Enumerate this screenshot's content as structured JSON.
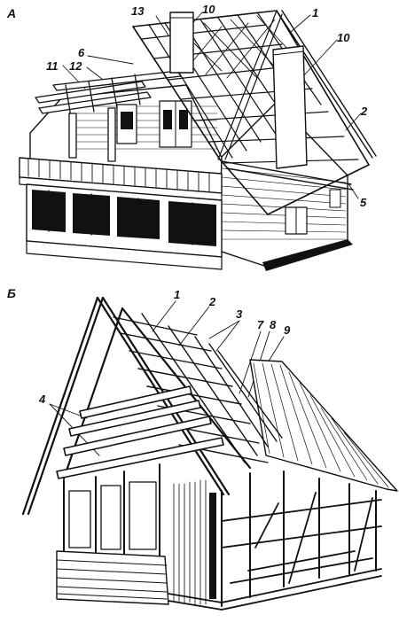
{
  "panels": [
    {
      "letter": "А",
      "callouts": [
        "13",
        "10",
        "1",
        "10",
        "6",
        "11",
        "12",
        "2",
        "5"
      ]
    },
    {
      "letter": "Б",
      "callouts": [
        "1",
        "2",
        "3",
        "7",
        "8",
        "9",
        "4"
      ]
    }
  ]
}
